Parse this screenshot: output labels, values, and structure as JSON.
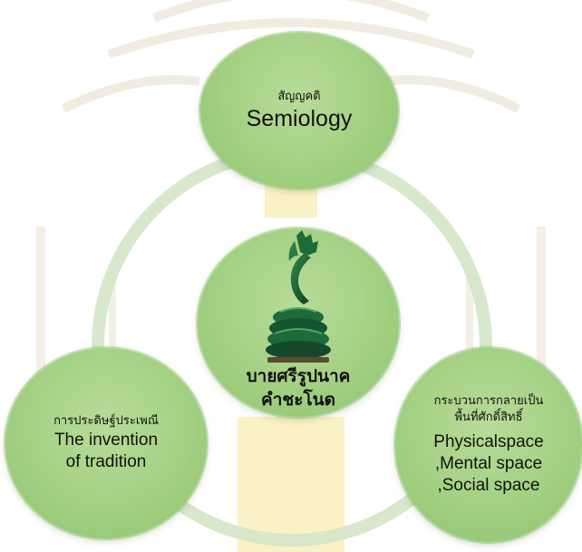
{
  "diagram": {
    "top": {
      "thai": "สัญญคติ",
      "english": "Semiology"
    },
    "center": {
      "line1": "บายศรีรูปนาค",
      "line2": "คำชะโนด",
      "image": "naga-serpent-statue"
    },
    "left": {
      "thai": "การประดิษฐ์ประเพณี",
      "english_line1": "The invention",
      "english_line2": "of tradition"
    },
    "right": {
      "thai_line1": "กระบวนการกลายเป็น",
      "thai_line2": "พื้นที่ศักดิ์สิทธิ์",
      "english_line1": "Physicalspace",
      "english_line2": ",Mental space",
      "english_line3": ",Social space"
    }
  },
  "colors": {
    "node_fill": "#a3d083",
    "ring": "#cfe3c1",
    "watermark": "#f4f0e8",
    "watermark_accent": "#fbf1c6"
  }
}
